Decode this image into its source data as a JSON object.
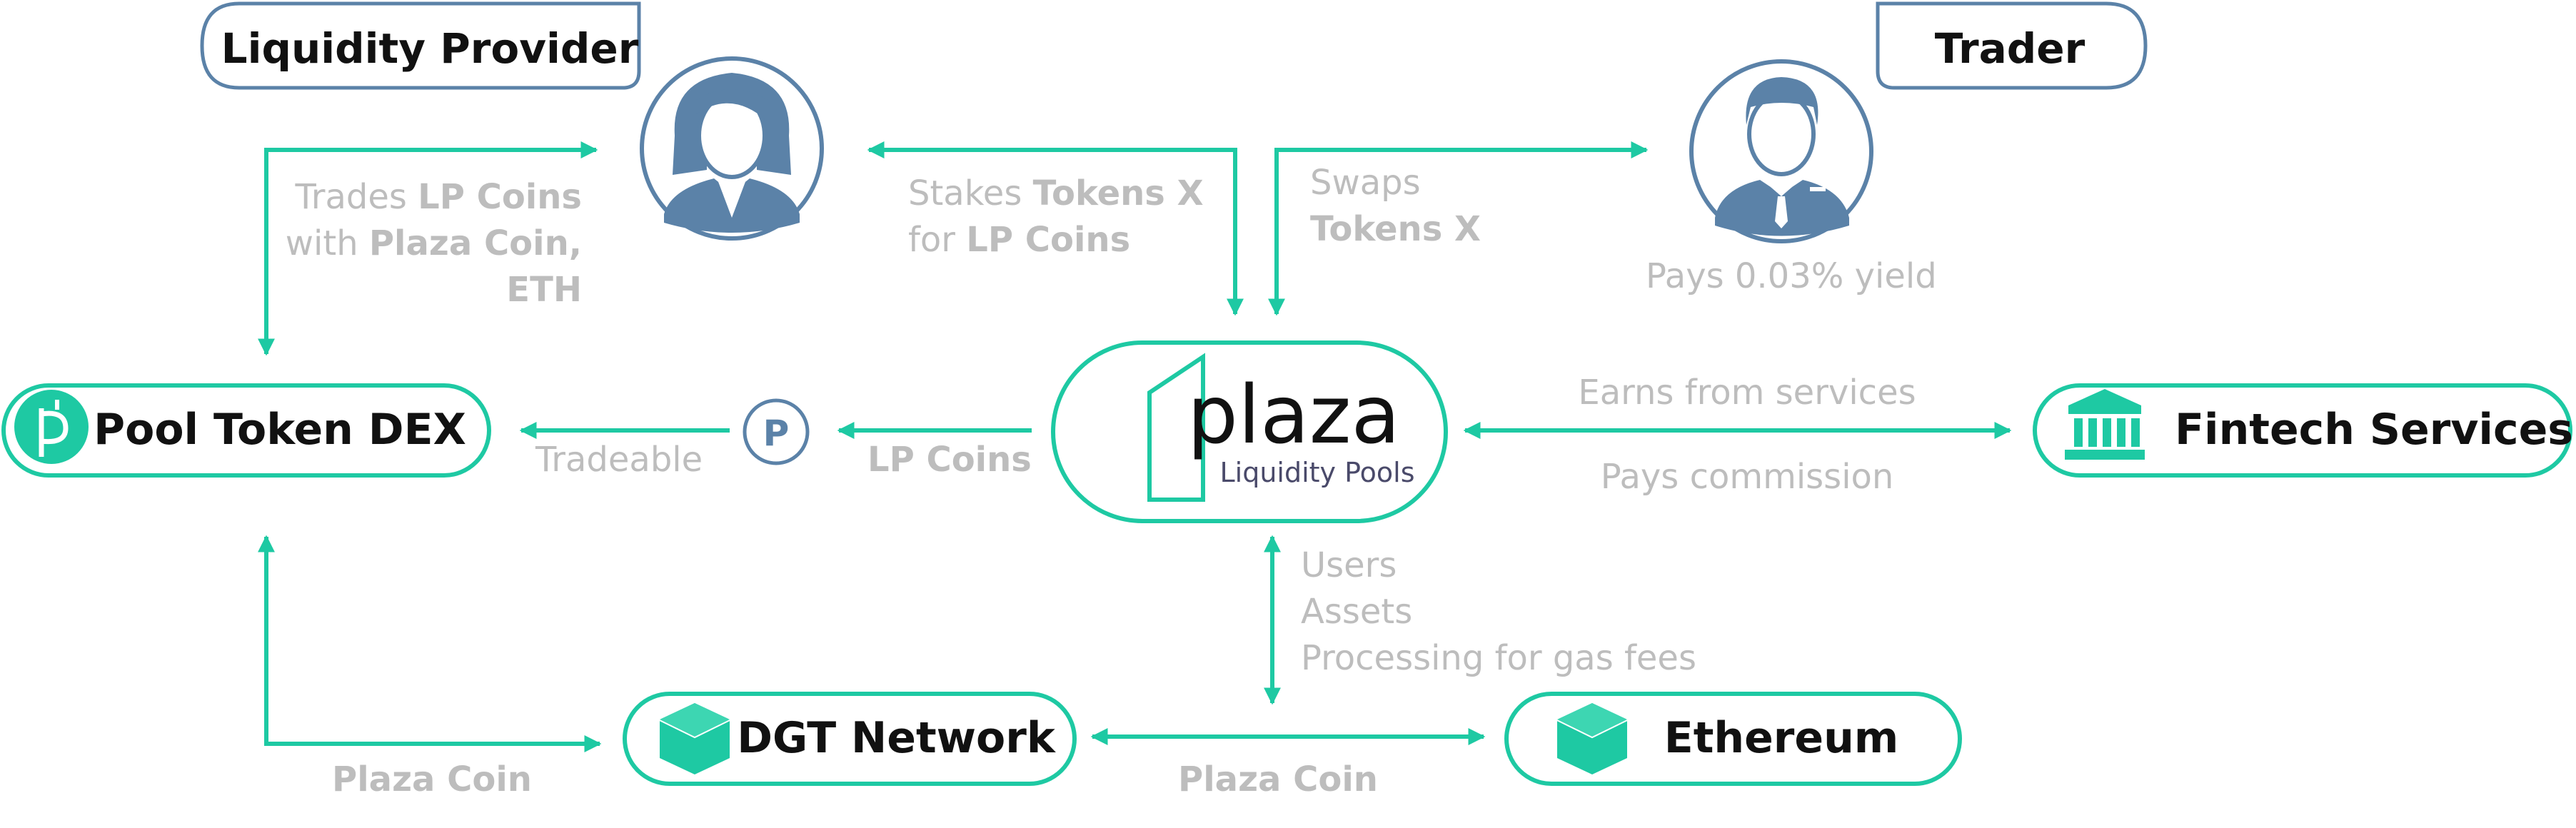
{
  "colors": {
    "accent": "#1ec9a3",
    "steel": "#5b82a8",
    "muted_text": "#bdbdbd",
    "dark_text": "#111111"
  },
  "nodes": {
    "liquidity_provider": {
      "label": "Liquidity Provider",
      "icon": "woman-avatar-icon"
    },
    "trader": {
      "label": "Trader",
      "icon": "man-avatar-icon"
    },
    "pool_token_dex": {
      "label": "Pool Token DEX",
      "icon": "pool-token-logo-icon"
    },
    "plaza": {
      "word": "plaza",
      "sub": "Liquidity Pools",
      "icon": "plaza-logo-icon"
    },
    "fintech": {
      "label": "Fintech Services",
      "icon": "bank-icon"
    },
    "dgt": {
      "label": "DGT Network",
      "icon": "cube-icon"
    },
    "ethereum": {
      "label": "Ethereum",
      "icon": "cube-icon"
    },
    "p_token": {
      "letter": "P"
    }
  },
  "edges": {
    "lp_trades": {
      "l1a": "Trades ",
      "l1b": "LP Coins",
      "l2a": "with ",
      "l2b": "Plaza Coin,",
      "l3": "ETH"
    },
    "stakes": {
      "l1a": "Stakes ",
      "l1b": "Tokens X",
      "l2a": "for ",
      "l2b": "LP Coins"
    },
    "swaps": {
      "l1": "Swaps",
      "l2": "Tokens X"
    },
    "pays_yield": "Pays 0.03% yield",
    "tradeable": "Tradeable",
    "lp_coins": "LP Coins",
    "earns": "Earns from services",
    "pays_commission": "Pays commission",
    "users": "Users",
    "assets": "Assets",
    "processing": "Processing for gas fees",
    "plaza_coin_left": "Plaza Coin",
    "plaza_coin_mid": "Plaza Coin"
  }
}
